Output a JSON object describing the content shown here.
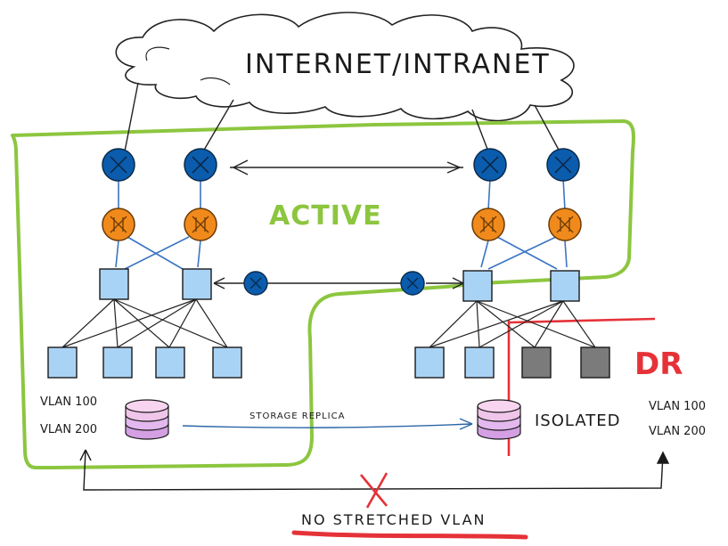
{
  "cloud_label": "INTERNET/INTRANET",
  "active_label": "ACTIVE",
  "dr_label": "DR",
  "left_vlans": [
    "VLAN 100",
    "VLAN 200"
  ],
  "right_vlans": [
    "VLAN 100",
    "VLAN 200"
  ],
  "storage_replica_label": "STORAGE REPLICA",
  "isolated_label": "ISOLATED",
  "bottom_label": "NO STRETCHED VLAN",
  "colors": {
    "router": "#0b5cad",
    "firewall": "#f08a1c",
    "switch": "#a9d3f5",
    "switch_isolated": "#7b7b7b",
    "active_border": "#8cc63f",
    "dr_line": "#e53238",
    "storage": "#d4a0e3",
    "replica_arrow": "#2a66a8"
  }
}
